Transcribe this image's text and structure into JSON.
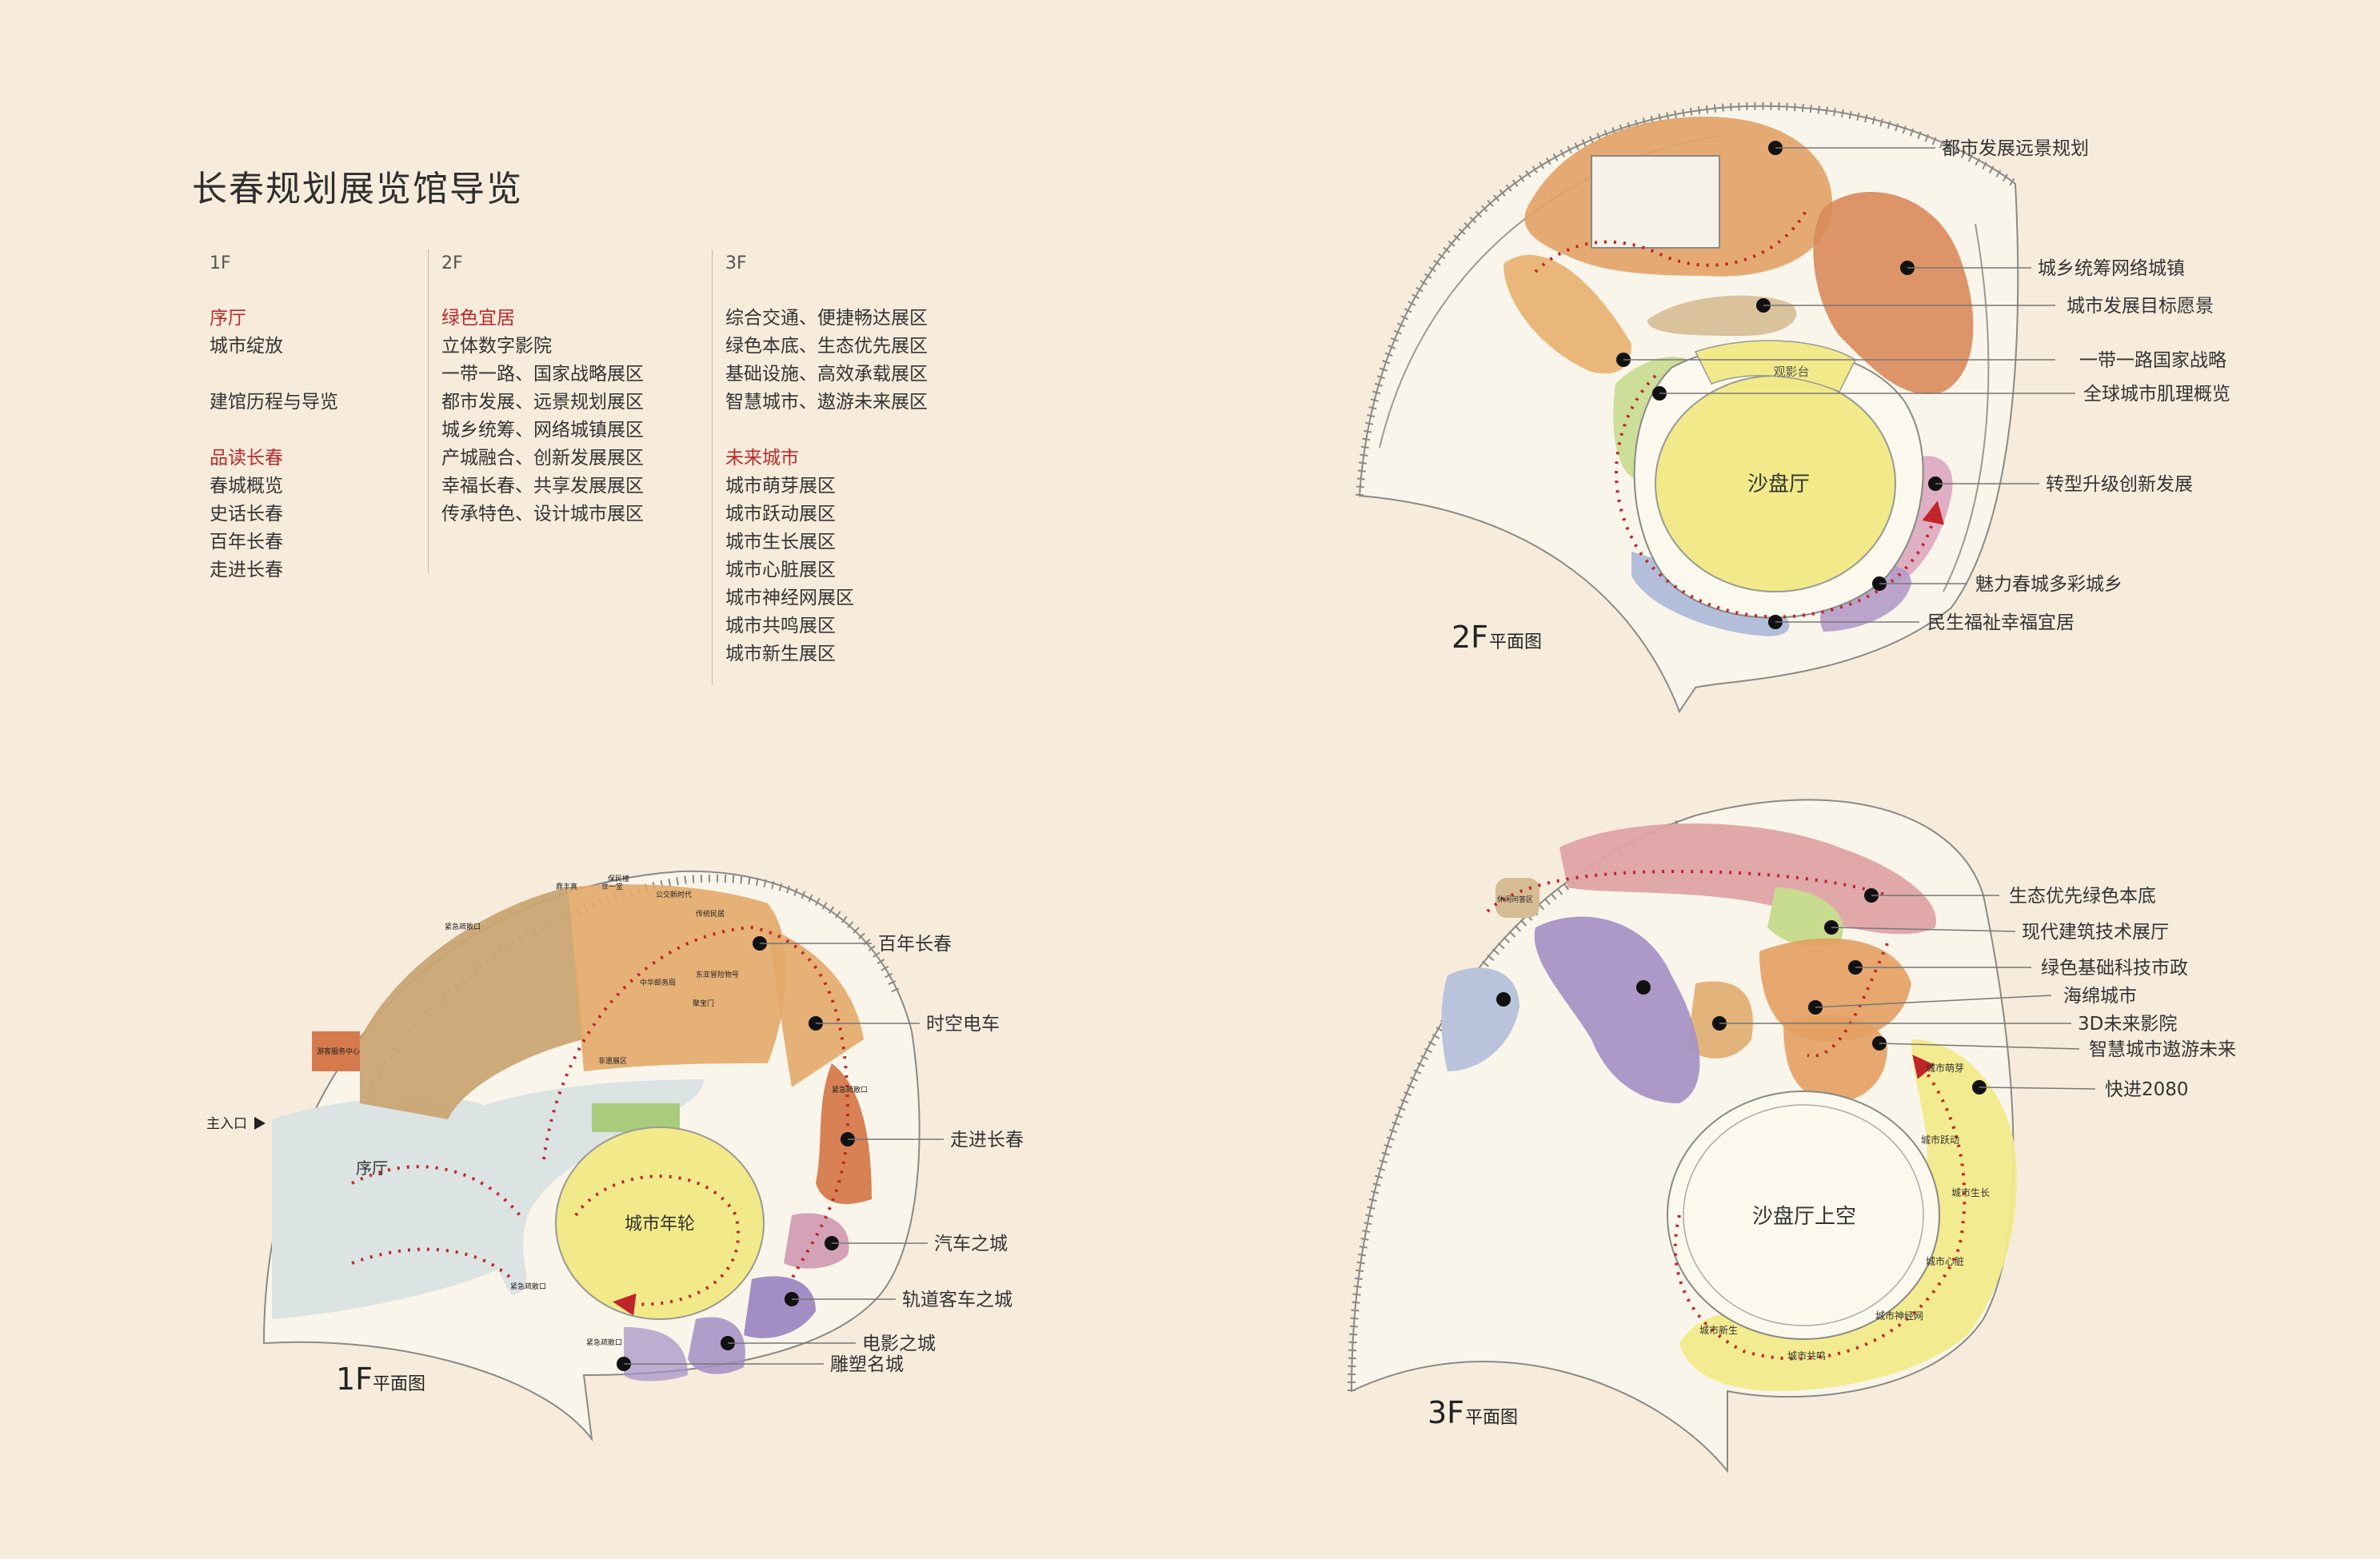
{
  "title": "长春规划展览馆导览",
  "toc": [
    {
      "floor": "1F",
      "lines": [
        {
          "text": "序厅",
          "hl": true
        },
        {
          "text": "城市绽放"
        },
        {
          "text": ""
        },
        {
          "text": "建馆历程与导览"
        },
        {
          "text": ""
        },
        {
          "text": "品读长春",
          "hl": true
        },
        {
          "text": "春城概览"
        },
        {
          "text": "史话长春"
        },
        {
          "text": "百年长春"
        },
        {
          "text": "走进长春"
        }
      ]
    },
    {
      "floor": "2F",
      "lines": [
        {
          "text": "绿色宜居",
          "hl": true
        },
        {
          "text": "立体数字影院"
        },
        {
          "text": "一带一路、国家战略展区"
        },
        {
          "text": "都市发展、远景规划展区"
        },
        {
          "text": "城乡统筹、网络城镇展区"
        },
        {
          "text": "产城融合、创新发展展区"
        },
        {
          "text": "幸福长春、共享发展展区"
        },
        {
          "text": "传承特色、设计城市展区"
        }
      ]
    },
    {
      "floor": "3F",
      "lines": [
        {
          "text": "综合交通、便捷畅达展区"
        },
        {
          "text": "绿色本底、生态优先展区"
        },
        {
          "text": "基础设施、高效承载展区"
        },
        {
          "text": "智慧城市、遨游未来展区"
        },
        {
          "text": ""
        },
        {
          "text": "未来城市",
          "hl": true
        },
        {
          "text": "城市萌芽展区"
        },
        {
          "text": "城市跃动展区"
        },
        {
          "text": "城市生长展区"
        },
        {
          "text": "城市心脏展区"
        },
        {
          "text": "城市神经网展区"
        },
        {
          "text": "城市共鸣展区"
        },
        {
          "text": "城市新生展区"
        }
      ]
    }
  ],
  "plans": {
    "f1": {
      "caption_big": "1F",
      "caption_small": "平面图",
      "center": "城市年轮",
      "labels": [
        "百年长春",
        "时空电车",
        "走进长春",
        "汽车之城",
        "轨道客车之城",
        "电影之城",
        "雕塑名城"
      ],
      "small_labels": [
        "序厅",
        "主入口",
        "游客服务中心",
        "紧急疏散口",
        "紧急疏散口",
        "紧急疏散口",
        "紧急疏散口",
        "保民楼",
        "鼎丰真",
        "世一堂",
        "公交新时代",
        "传统民居",
        "中华邮务局",
        "东亚冒险物号",
        "聚宝门",
        "非遗展区"
      ],
      "colors": {
        "tan": "#c9a573",
        "orange": "#e3aa6a",
        "rust": "#d57a4d",
        "purple": "#a28ec4",
        "pink": "#d4a2b6",
        "yellow": "#f2ea8a",
        "hall": "#dce3e3",
        "green": "#a9cc7c"
      }
    },
    "f2": {
      "caption_big": "2F",
      "caption_small": "平面图",
      "center": "沙盘厅",
      "viewing": "观影台",
      "labels": [
        "都市发展远景规划",
        "城乡统筹网络城镇",
        "城市发展目标愿景",
        "一带一路国家战略",
        "全球城市肌理概览",
        "转型升级创新发展",
        "魅力春城多彩城乡",
        "民生福祉幸福宜居"
      ],
      "colors": {
        "orange": "#e2a267",
        "rust": "#d98a5a",
        "tan": "#d6bc94",
        "yellow": "#f2ea8a",
        "green": "#c8dc8f",
        "pink": "#dba7bf",
        "purple": "#b49bc9",
        "blue": "#aab8d8"
      }
    },
    "f3": {
      "caption_big": "3F",
      "caption_small": "平面图",
      "center": "沙盘厅上空",
      "labels": [
        "生态优先绿色本底",
        "现代建筑技术展厅",
        "绿色基础科技市政",
        "海绵城市",
        "3D未来影院",
        "智慧城市遨游未来",
        "快进2080"
      ],
      "small_labels": [
        "休闲问答区",
        "城市萌芽",
        "城市跃动",
        "城市生长",
        "城市心脏",
        "城市神经网",
        "城市共鸣",
        "城市新生"
      ],
      "colors": {
        "pink": "#dfa3a6",
        "green": "#c8dc8f",
        "orange": "#e3a062",
        "tan": "#e2b37a",
        "purple": "#a894c6",
        "blue": "#b9c3dc",
        "yellow": "#f2ea8a"
      }
    }
  }
}
